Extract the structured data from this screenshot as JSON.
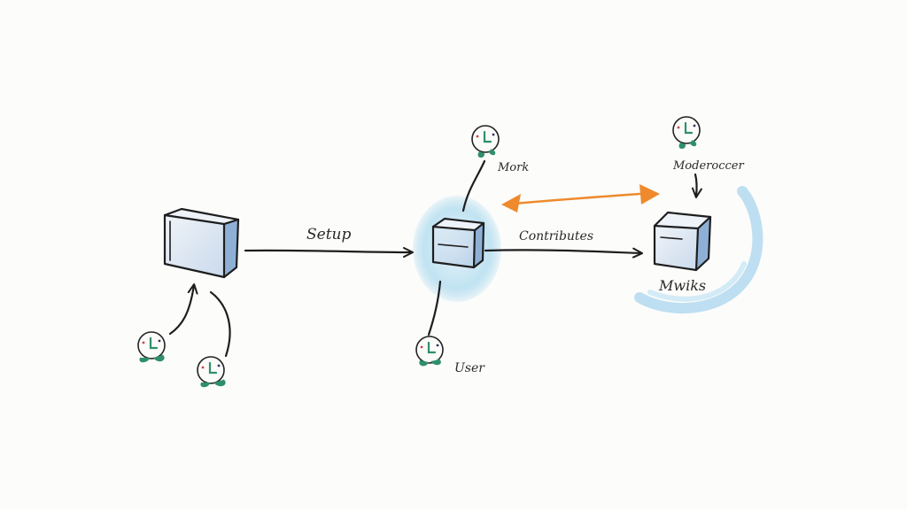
{
  "labels": {
    "setup": "Setup",
    "mork": "Mork",
    "contributes": "Contributes",
    "user": "User",
    "moderator": "Moderoccer",
    "mwiks": "Mwiks"
  },
  "colors": {
    "ink": "#1e1e1e",
    "watercolor_blue": "#9fd3ea",
    "orange": "#ee8a2c",
    "leaf_green": "#2f8f6a",
    "box_fill": "#c9d9ec"
  },
  "icons": [
    "box-icon",
    "user-clock-icon"
  ]
}
